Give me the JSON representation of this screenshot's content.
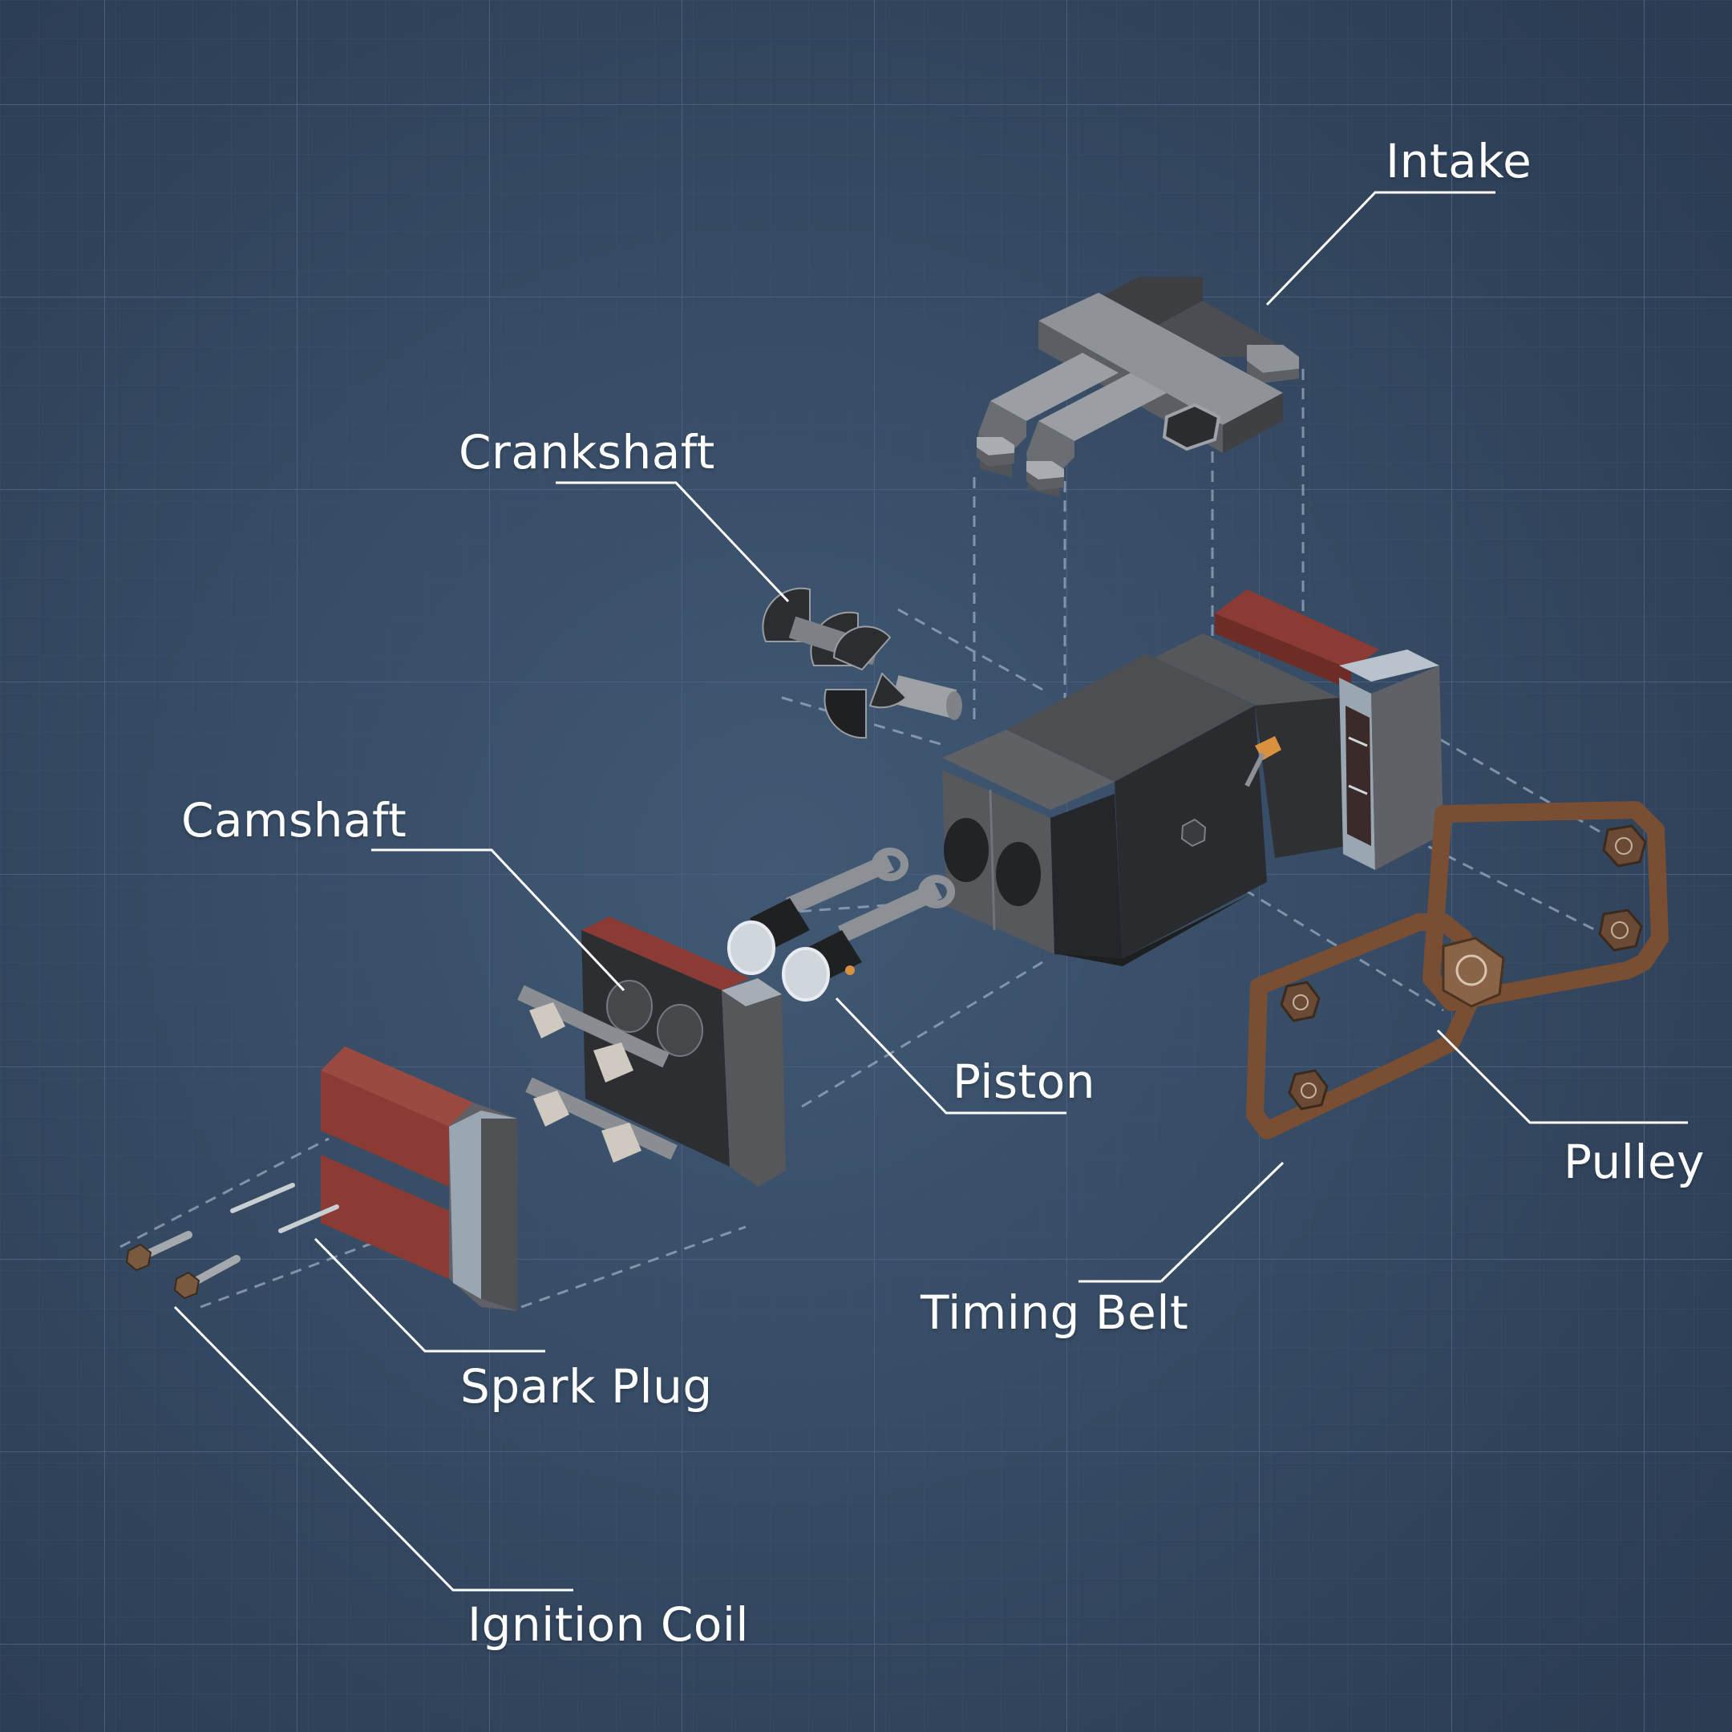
{
  "labels": {
    "intake": "Intake",
    "crankshaft": "Crankshaft",
    "camshaft": "Camshaft",
    "piston": "Piston",
    "pulley": "Pulley",
    "timing_belt": "Timing Belt",
    "spark_plug": "Spark Plug",
    "ignition_coil": "Ignition Coil"
  },
  "colors": {
    "background": "#2c3e55",
    "grid": "#45597a",
    "leader_line": "#ffffff",
    "guide_line": "#9fb2c8",
    "block_dark": "#2b2c2f",
    "block_mid": "#4a4c50",
    "head_red": "#8c3b34",
    "cover_grey": "#9aa6b1",
    "belt_brown": "#7a4e32"
  }
}
